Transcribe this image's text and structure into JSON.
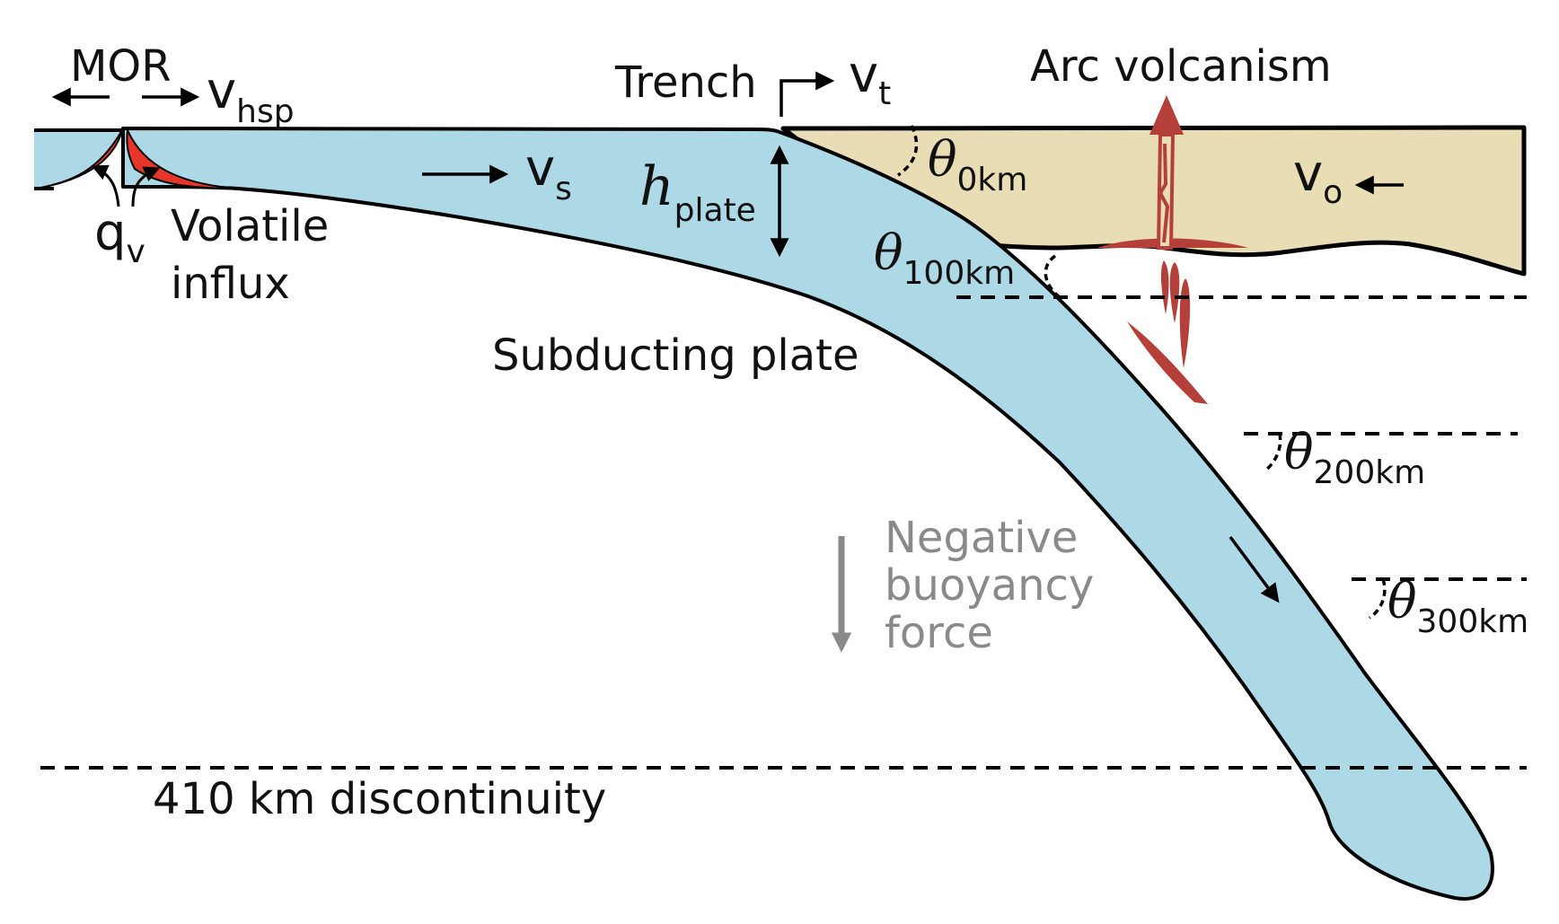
{
  "labels": {
    "mor": "MOR",
    "v_hsp_main": "v",
    "v_hsp_sub": "hsp",
    "trench": "Trench",
    "v_t_main": "v",
    "v_t_sub": "t",
    "arc_volcanism": "Arc volcanism",
    "v_s_main": "v",
    "v_s_sub": "s",
    "h_plate_main": "h",
    "h_plate_sub": "plate",
    "theta_0_main": "θ",
    "theta_0_sub": "0km",
    "theta_100_main": "θ",
    "theta_100_sub": "100km",
    "theta_200_main": "θ",
    "theta_200_sub": "200km",
    "theta_300_main": "θ",
    "theta_300_sub": "300km",
    "v_o_main": "v",
    "v_o_sub": "o",
    "q_v_main": "q",
    "q_v_sub": "v",
    "volatile_line1": "Volatile",
    "volatile_line2": "influx",
    "subducting_plate": "Subducting plate",
    "negative_line1": "Negative",
    "negative_line2": "buoyancy",
    "negative_line3": "force",
    "discontinuity": "410 km discontinuity"
  },
  "colors": {
    "plate": "#add8e6",
    "overriding_plate": "#e8ddb5",
    "volatile": "#e8352a",
    "magma": "#b5403a",
    "gray_arrow": "#8a8a8a",
    "outline": "#000000"
  }
}
